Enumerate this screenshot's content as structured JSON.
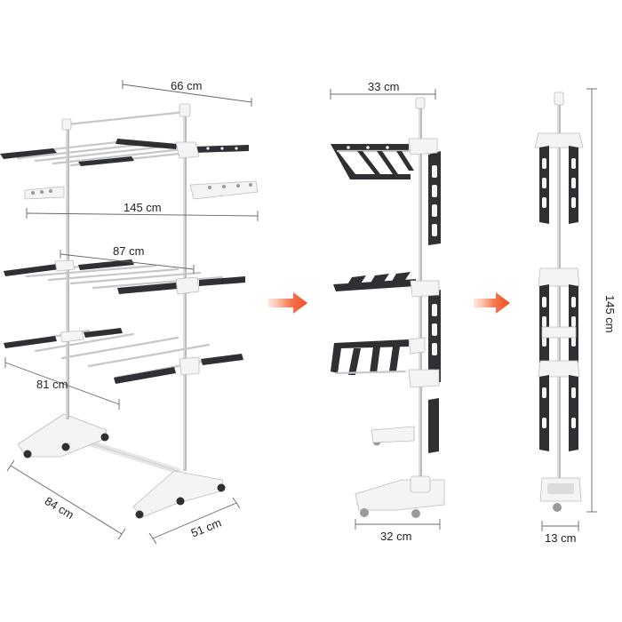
{
  "dimensions": {
    "top_width": "66 cm",
    "total_width": "145 cm",
    "middle_width": "87 cm",
    "lower_width": "81 cm",
    "base_length": "84 cm",
    "base_depth": "51 cm",
    "folded_wing_width": "33 cm",
    "folded_base_width": "32 cm",
    "height": "145 cm",
    "closed_depth": "13 cm"
  },
  "colors": {
    "arrow": "#f04e23",
    "frame_dark": "#2f3033",
    "frame_white": "#f4f4f4",
    "pole_steel": "#b9bcc0"
  },
  "icons": [
    "right-arrow-icon",
    "right-arrow-icon"
  ]
}
